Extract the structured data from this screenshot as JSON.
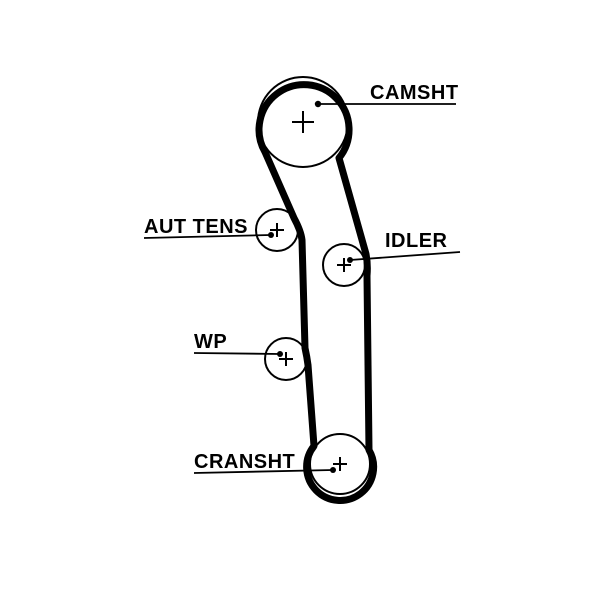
{
  "diagram": {
    "colors": {
      "background": "#ffffff",
      "line": "#000000"
    },
    "pulleys": {
      "camshaft": {
        "label": "CAMSHT",
        "center_mark": "+"
      },
      "tensioner": {
        "label": "AUT TENS",
        "center_mark": "+"
      },
      "idler": {
        "label": "IDLER",
        "center_mark": "+"
      },
      "water_pump": {
        "label": "WP",
        "center_mark": "+"
      },
      "crankshaft": {
        "label": "CRANSHT",
        "center_mark": "+"
      }
    }
  }
}
